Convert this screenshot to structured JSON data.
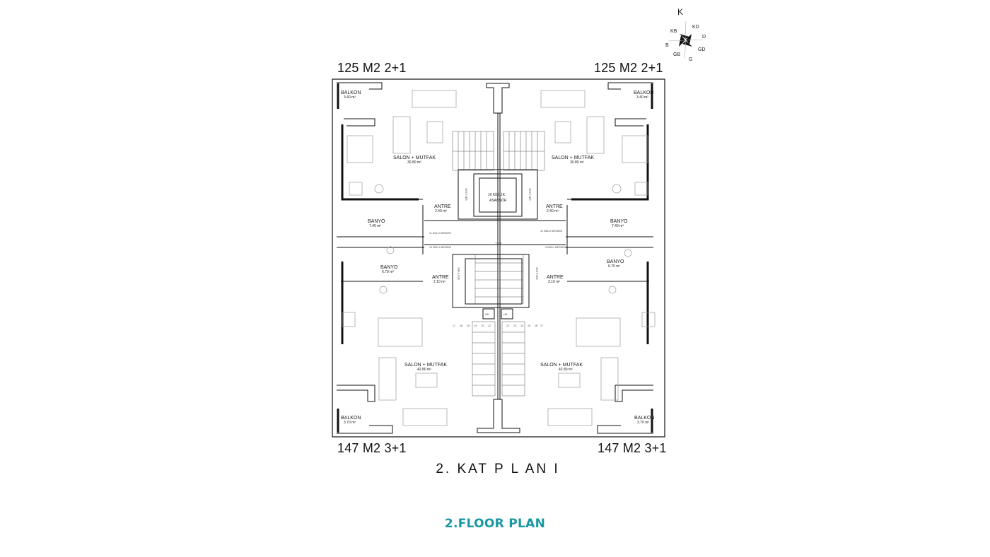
{
  "units": {
    "top_left": "125 M2 2+1",
    "top_right": "125 M2 2+1",
    "bottom_left": "147 M2 3+1",
    "bottom_right": "147 M2 3+1"
  },
  "plan_title": "2. KAT  P L AN I",
  "caption": "2.FLOOR PLAN",
  "caption_color": "#1798a2",
  "compass": {
    "north": "K",
    "northeast": "KD",
    "east": "D",
    "southeast": "GD",
    "south": "G",
    "southwest": "GB",
    "west": "B",
    "northwest": "KB"
  },
  "rooms": {
    "balkon_tl": {
      "name": "BALKON",
      "area": "3.40 m²"
    },
    "balkon_tr": {
      "name": "BALKON",
      "area": "3.40 m²"
    },
    "salon_tl": {
      "name": "SALON + MUTFAK",
      "area": "30.80 m²"
    },
    "salon_tr": {
      "name": "SALON + MUTFAK",
      "area": "30.80 m²"
    },
    "antre_tl": {
      "name": "ANTRE",
      "area": "2.40 m²"
    },
    "antre_tr": {
      "name": "ANTRE",
      "area": "2.40 m²"
    },
    "banyo_tl": {
      "name": "BANYO",
      "area": "7.40 m²"
    },
    "banyo_tr": {
      "name": "BANYO",
      "area": "7.40 m²"
    },
    "banyo_bl": {
      "name": "BANYO",
      "area": "6.70 m²"
    },
    "banyo_br": {
      "name": "BANYO",
      "area": "6.70 m²"
    },
    "antre_bl": {
      "name": "ANTRE",
      "area": "2.10 m²"
    },
    "antre_br": {
      "name": "ANTRE",
      "area": "2.10 m²"
    },
    "salon_bl": {
      "name": "SALON + MUTFAK",
      "area": "42.80 m²"
    },
    "salon_br": {
      "name": "SALON + MUTFAK",
      "area": "42.80 m²"
    },
    "balkon_bl": {
      "name": "BALKON",
      "area": "3.70 m²"
    },
    "balkon_br": {
      "name": "BALKON",
      "area": "3.70 m²"
    }
  },
  "elevator": {
    "name": "10 KİŞİLİK",
    "sub": "ASANSÖR"
  },
  "dwellings": {
    "d11": "11 NOLU MESKEN",
    "d12": "12 NOLU MESKEN",
    "d10": "10 NOLU MESKEN",
    "d9": "9 NOLU MESKEN"
  },
  "vestiyer": "VESTİYER",
  "level_mark": "+3.36",
  "stair_numbers_top": [
    "17",
    "16",
    "15",
    "14",
    "13",
    "12"
  ],
  "stair_numbers_right": [
    "12",
    "13",
    "14",
    "15",
    "16",
    "17"
  ]
}
